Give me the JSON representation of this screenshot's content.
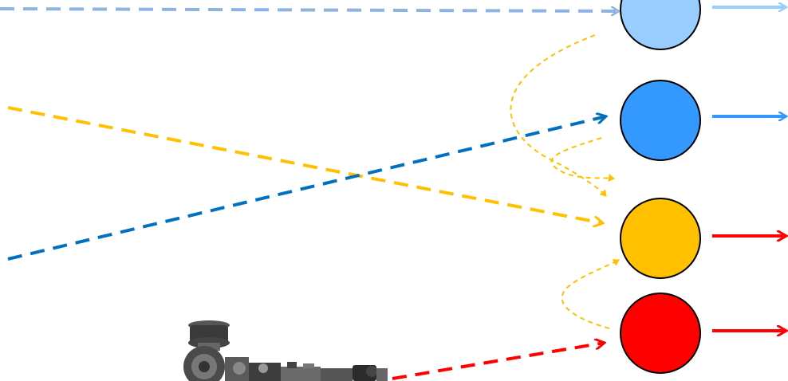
{
  "colors": {
    "light_blue": "#99ccff",
    "light_blue_arrow": "#8db3e2",
    "blue": "#3399ff",
    "dark_blue": "#0070c0",
    "yellow": "#ffc000",
    "red": "#ff0000",
    "outline": "#000000",
    "background": "#ffffff"
  },
  "nodes": [
    {
      "id": "node-light-blue",
      "color": "light_blue"
    },
    {
      "id": "node-blue",
      "color": "blue"
    },
    {
      "id": "node-yellow",
      "color": "yellow"
    },
    {
      "id": "node-red",
      "color": "red"
    }
  ],
  "image": {
    "icon": "engine-machinery-icon"
  }
}
